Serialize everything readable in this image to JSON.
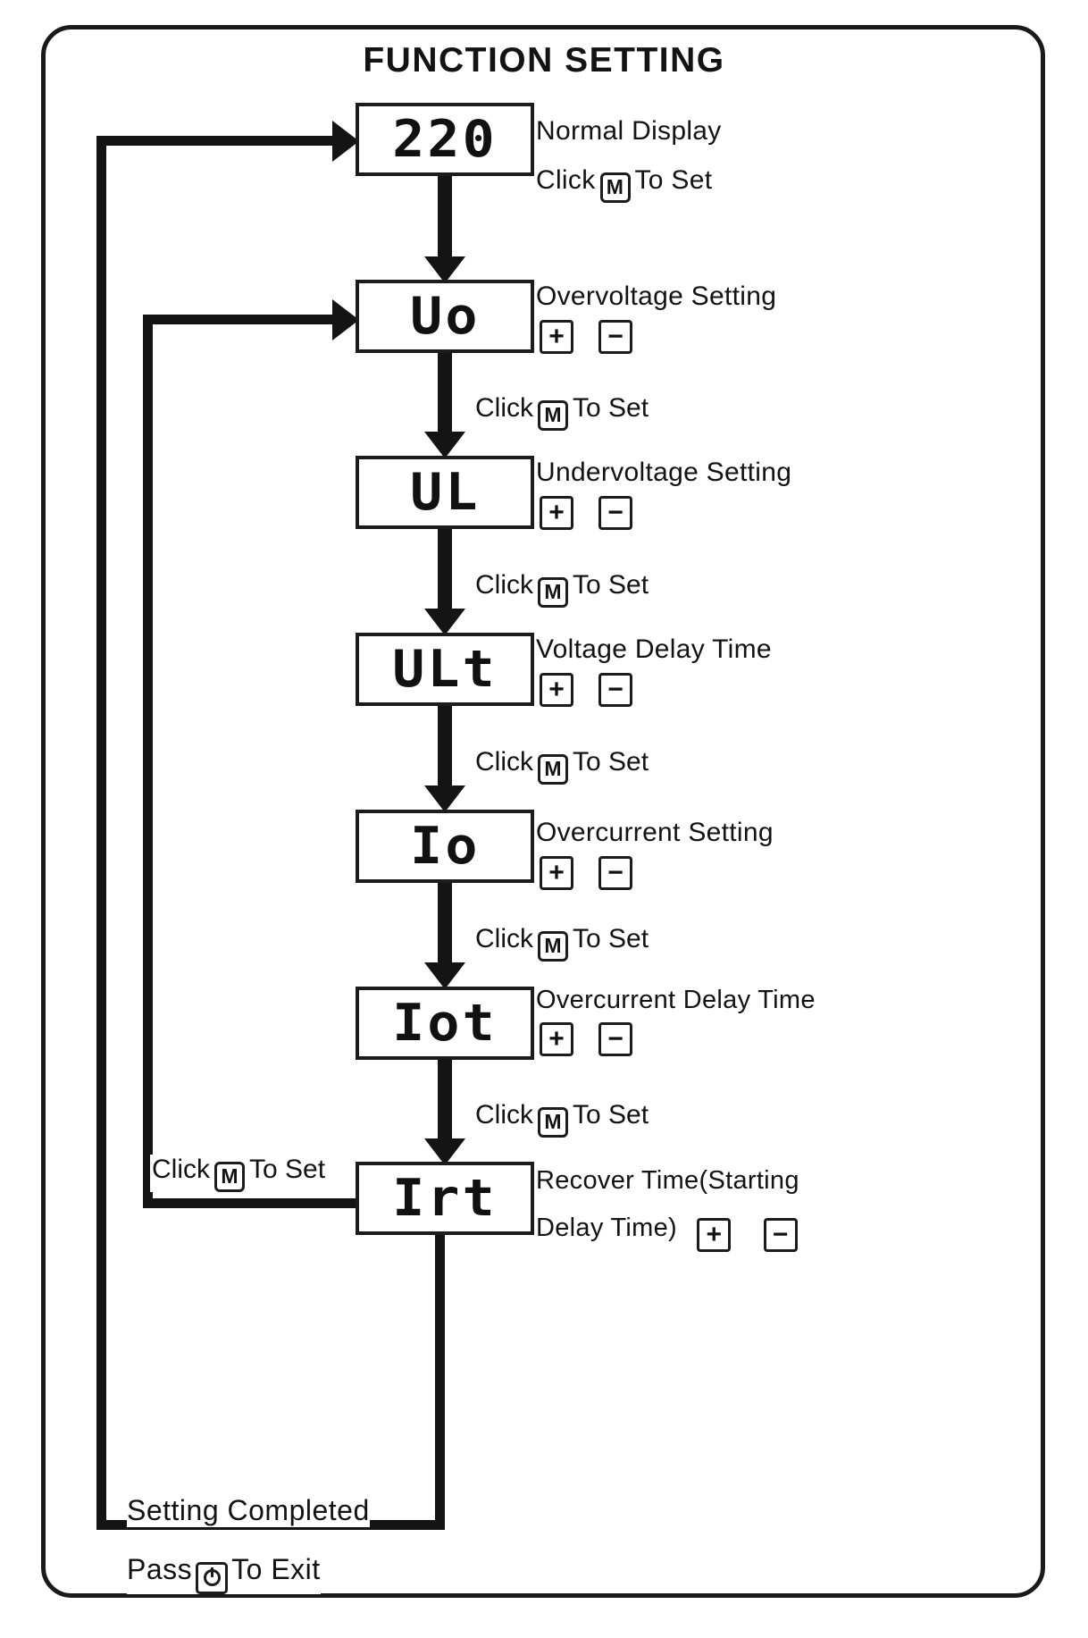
{
  "title": "FUNCTION SETTING",
  "steps": [
    {
      "display": "220",
      "display_kind": "digits",
      "label": "Normal Display",
      "action": "Click",
      "action_key": "M",
      "action_tail": "To Set",
      "has_plus_minus": false
    },
    {
      "display": "Uo",
      "display_kind": "segment",
      "label": "Overvoltage  Setting",
      "has_plus_minus": true
    },
    {
      "display": "UL",
      "display_kind": "segment",
      "label": "Undervoltage  Setting",
      "has_plus_minus": true
    },
    {
      "display": "ULt",
      "display_kind": "segment",
      "label": "Voltage  Delay  Time",
      "has_plus_minus": true
    },
    {
      "display": "Io",
      "display_kind": "segment",
      "label": "Overcurrent  Setting",
      "has_plus_minus": true
    },
    {
      "display": "Iot",
      "display_kind": "segment",
      "label": "Overcurrent Delay Time",
      "has_plus_minus": true
    },
    {
      "display": "Irt",
      "display_kind": "segment",
      "label": "Recover  Time(Starting",
      "label_line2": "Delay Time)",
      "has_plus_minus": true
    }
  ],
  "transitions": [
    {
      "text_pre": "Click",
      "key": "M",
      "text_post": "To Set"
    },
    {
      "text_pre": "Click",
      "key": "M",
      "text_post": "To Set"
    },
    {
      "text_pre": "Click",
      "key": "M",
      "text_post": "To Set"
    },
    {
      "text_pre": "Click",
      "key": "M",
      "text_post": "To Set"
    },
    {
      "text_pre": "Click",
      "key": "M",
      "text_post": "To Set"
    },
    {
      "text_pre": "Click",
      "key": "M",
      "text_post": "To Set"
    }
  ],
  "loop_back": {
    "text_pre": "Click",
    "key": "M",
    "text_post": "To Set"
  },
  "footer": {
    "completed": "Setting  Completed",
    "exit_pre": "Pass",
    "exit_key": "power-symbol",
    "exit_post": "To Exit"
  },
  "buttons": {
    "plus": "+",
    "minus": "−",
    "mode_key": "M"
  },
  "colors": {
    "ink": "#141414",
    "paper": "#ffffff"
  }
}
